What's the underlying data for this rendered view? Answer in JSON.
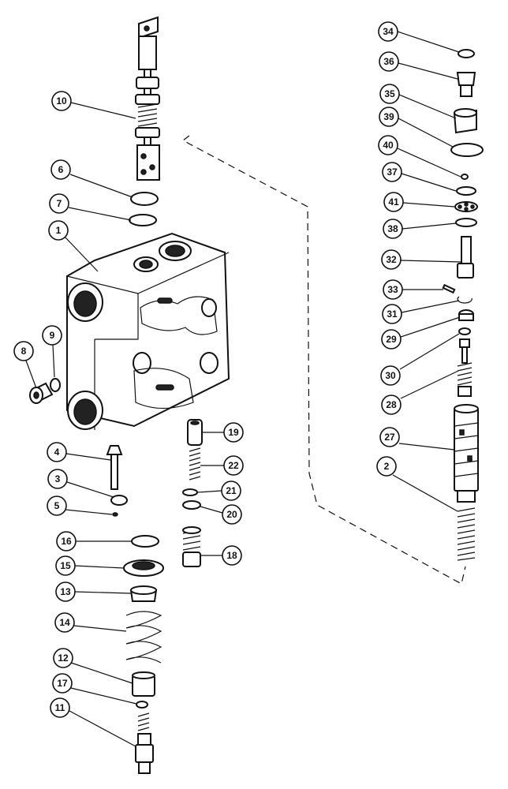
{
  "callouts": {
    "c34": "34",
    "c36": "36",
    "c35": "35",
    "c39": "39",
    "c40": "40",
    "c37": "37",
    "c41": "41",
    "c38": "38",
    "c32": "32",
    "c33": "33",
    "c31": "31",
    "c29": "29",
    "c30": "30",
    "c28": "28",
    "c27": "27",
    "c2": "2",
    "c10": "10",
    "c6": "6",
    "c7": "7",
    "c1": "1",
    "c8": "8",
    "c9": "9",
    "c4": "4",
    "c3": "3",
    "c5": "5",
    "c16": "16",
    "c15": "15",
    "c13": "13",
    "c14": "14",
    "c12": "12",
    "c17": "17",
    "c11": "11",
    "c19": "19",
    "c22": "22",
    "c21": "21",
    "c20": "20",
    "c18": "18"
  }
}
